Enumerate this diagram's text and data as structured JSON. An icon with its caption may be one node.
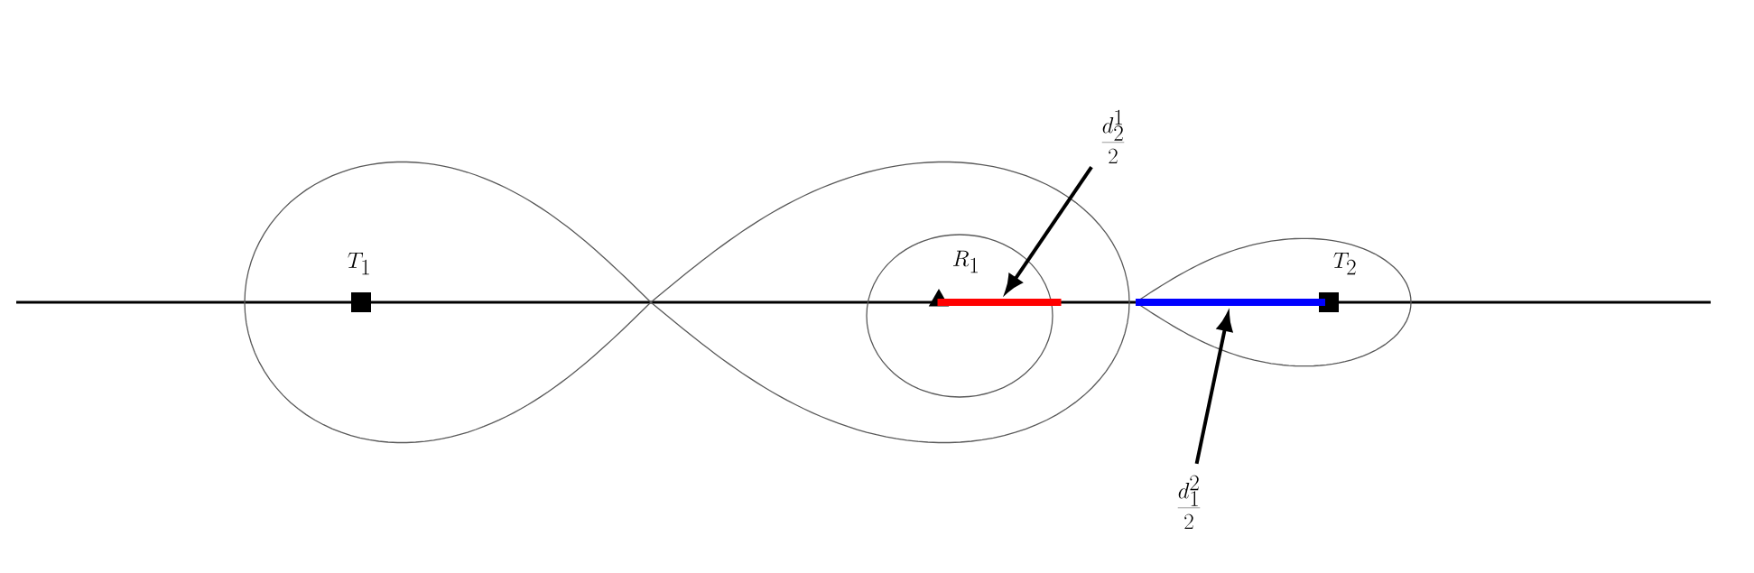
{
  "diagram": {
    "nodes": [
      {
        "text": [],
        "shape": "box",
        "beside": [
          "T_1"
        ]
      },
      {
        "text": [],
        "shape": "triangle",
        "beside": [
          "R_1"
        ]
      },
      {
        "text": [],
        "shape": "box",
        "beside": [
          "T_2"
        ]
      },
      {
        "text": [
          "\\frac{d_2^1}{2}"
        ]
      },
      {
        "text": [],
        "shape": "bar"
      },
      {
        "text": [
          "\\frac{d_1^2}{2}"
        ]
      },
      {
        "text": [],
        "shape": "bar"
      }
    ],
    "edges": [
      {
        "from": 3,
        "to": 4,
        "arrow": "to"
      },
      {
        "from": 5,
        "to": 6,
        "arrow": "to"
      }
    ]
  }
}
